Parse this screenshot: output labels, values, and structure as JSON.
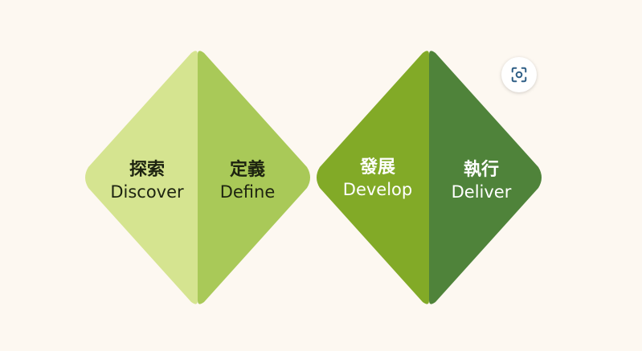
{
  "diagram": {
    "phases": [
      {
        "zh": "探索",
        "en": "Discover",
        "color": "#d5e490",
        "text_color": "#1d2310"
      },
      {
        "zh": "定義",
        "en": "Define",
        "color": "#a9c958",
        "text_color": "#1d2310"
      },
      {
        "zh": "發展",
        "en": "Develop",
        "color": "#82aa27",
        "text_color": "#ffffff"
      },
      {
        "zh": "執行",
        "en": "Deliver",
        "color": "#4f833a",
        "text_color": "#ffffff"
      }
    ]
  },
  "toolbar": {
    "scan_icon": "scan-icon",
    "icon_color": "#2f5f86"
  }
}
